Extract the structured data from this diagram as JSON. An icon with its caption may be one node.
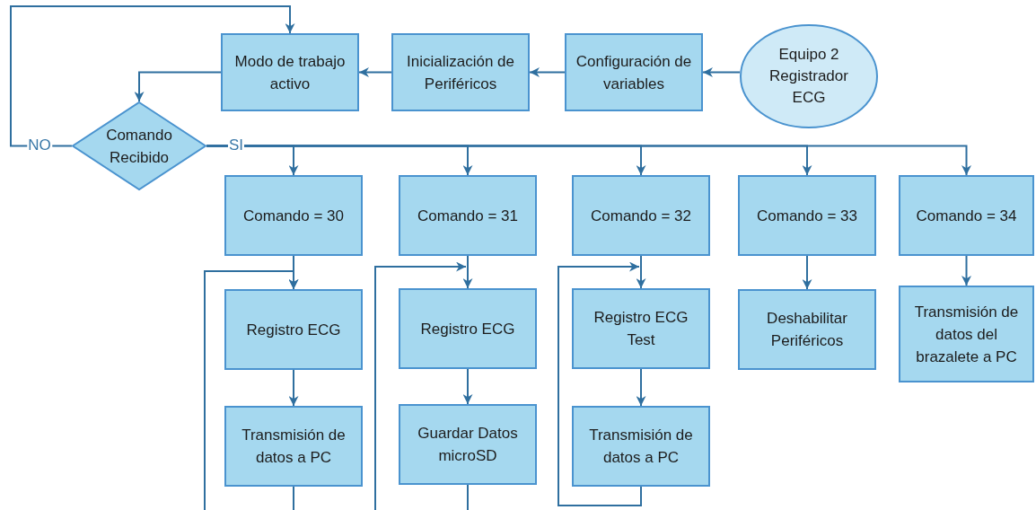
{
  "diagram": {
    "nodes": [
      {
        "text": [
          "Equipo 2 Registrador ECG"
        ]
      },
      {
        "text": [
          "Configuración de variables"
        ]
      },
      {
        "text": [
          "Inicialización de Periféricos"
        ]
      },
      {
        "text": [
          "Modo de trabajo activo"
        ]
      },
      {
        "text": [
          "Comando Recibido"
        ]
      },
      {
        "text": [
          "Comando = 30"
        ]
      },
      {
        "text": [
          "Comando = 31"
        ]
      },
      {
        "text": [
          "Comando = 32"
        ]
      },
      {
        "text": [
          "Comando = 33"
        ]
      },
      {
        "text": [
          "Comando = 34"
        ]
      },
      {
        "text": [
          "Registro ECG"
        ]
      },
      {
        "text": [
          "Transmisión de datos a PC"
        ]
      },
      {
        "text": [
          "Registro ECG"
        ]
      },
      {
        "text": [
          "Guardar Datos microSD"
        ]
      },
      {
        "text": [
          "Registro ECG Test"
        ]
      },
      {
        "text": [
          "Transmisión de datos a PC"
        ]
      },
      {
        "text": [
          "Deshabilitar Periféricos"
        ]
      },
      {
        "text": [
          "Transmisión de datos del brazalete a PC"
        ]
      }
    ],
    "edges": [
      {
        "from": 0,
        "to": 1,
        "arrow": "to"
      },
      {
        "from": 1,
        "to": 2,
        "arrow": "to"
      },
      {
        "from": 2,
        "to": 3,
        "arrow": "to"
      },
      {
        "from": 3,
        "to": 4,
        "arrow": "to"
      },
      {
        "from": 4,
        "to": 3,
        "arrow": "to",
        "label": "NO"
      },
      {
        "from": 4,
        "to": 5,
        "arrow": "to",
        "label": "SI"
      },
      {
        "from": 4,
        "to": 6,
        "arrow": "to"
      },
      {
        "from": 4,
        "to": 7,
        "arrow": "to"
      },
      {
        "from": 4,
        "to": 8,
        "arrow": "to"
      },
      {
        "from": 4,
        "to": 9,
        "arrow": "to"
      },
      {
        "from": 5,
        "to": 10,
        "arrow": "to"
      },
      {
        "from": 10,
        "to": 11,
        "arrow": "to"
      },
      {
        "from": 11,
        "to": 10,
        "arrow": "to"
      },
      {
        "from": 6,
        "to": 12,
        "arrow": "to"
      },
      {
        "from": 12,
        "to": 13,
        "arrow": "to"
      },
      {
        "from": 13,
        "to": 12,
        "arrow": "to"
      },
      {
        "from": 7,
        "to": 14,
        "arrow": "to"
      },
      {
        "from": 14,
        "to": 15,
        "arrow": "to"
      },
      {
        "from": 15,
        "to": 14,
        "arrow": "to"
      },
      {
        "from": 8,
        "to": 16,
        "arrow": "to"
      },
      {
        "from": 9,
        "to": 17,
        "arrow": "to"
      }
    ]
  }
}
